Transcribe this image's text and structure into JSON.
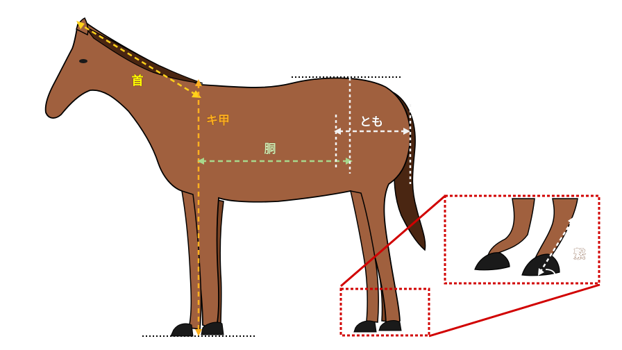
{
  "labels": {
    "neck": "首",
    "withers": "キ甲",
    "croup": "とも",
    "barrel": "胴",
    "pastern": "繋"
  },
  "colors": {
    "coat": "#a0603e",
    "coat_dark": "#7d4526",
    "mane": "#4a2612",
    "hoof": "#1a1a1a",
    "outline": "#000000",
    "neck_line": "#ffd21a",
    "withers_line": "#ffb020",
    "barrel_line": "#a8d88c",
    "croup_line": "#f2f2f2",
    "zoom_box": "#d10000",
    "neck_text": "#ffff00",
    "withers_text": "#ffb020",
    "barrel_text": "#cde8b0",
    "croup_text": "#ffffff",
    "pastern_text": "#ffffff"
  },
  "icons": {
    "horse": "horse-side-view",
    "hoof_zoom": "hoof-detail"
  }
}
